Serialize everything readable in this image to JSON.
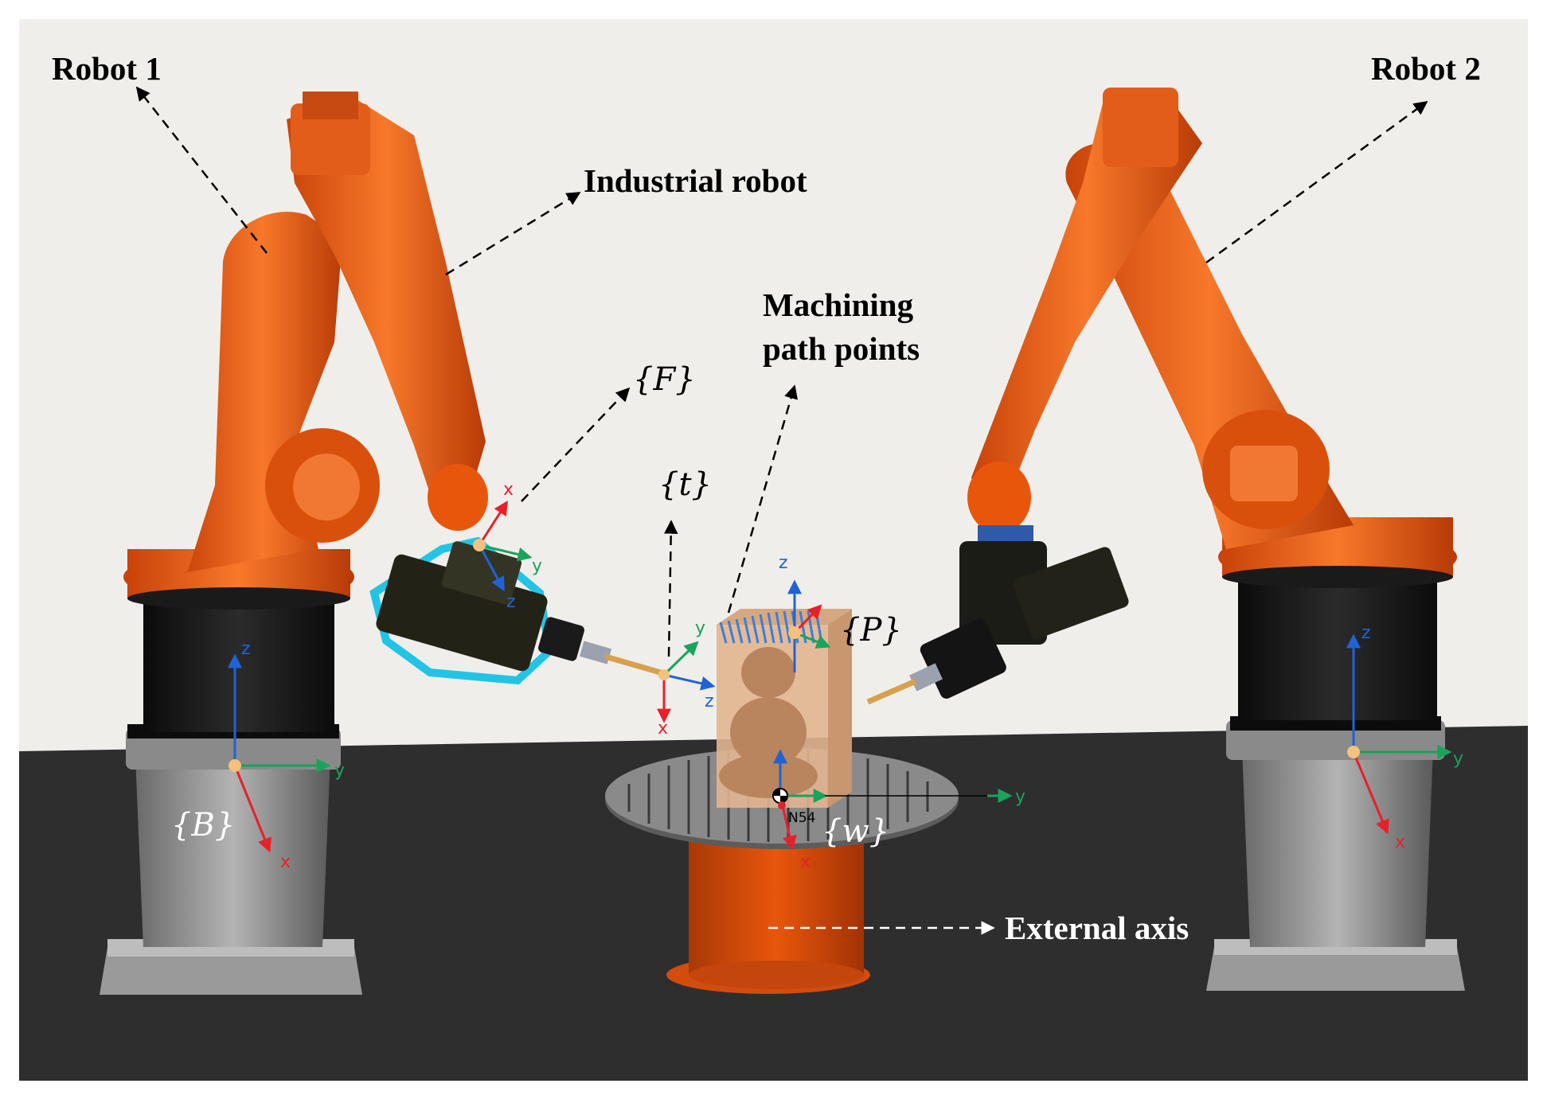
{
  "labels": {
    "robot1": "Robot 1",
    "robot2": "Robot 2",
    "industrial_robot": "Industrial robot",
    "machining_line1": "Machining",
    "machining_line2": "path points",
    "external_axis": "External axis"
  },
  "frames": {
    "F": "{F}",
    "t": "{t}",
    "P": "{P}",
    "B": "{B}",
    "w": "{w}"
  },
  "axis_letters": {
    "x": "x",
    "y": "y",
    "z": "z"
  },
  "tag": "N54",
  "colors": {
    "robot_orange": "#e8560c",
    "axis_x": "#e8202a",
    "axis_y": "#1aa35a",
    "axis_z": "#1f63d6",
    "origin": "#f4c27a",
    "highlight": "#22c4e6",
    "floor": "#2e2e2e",
    "wall": "#efeeea"
  }
}
